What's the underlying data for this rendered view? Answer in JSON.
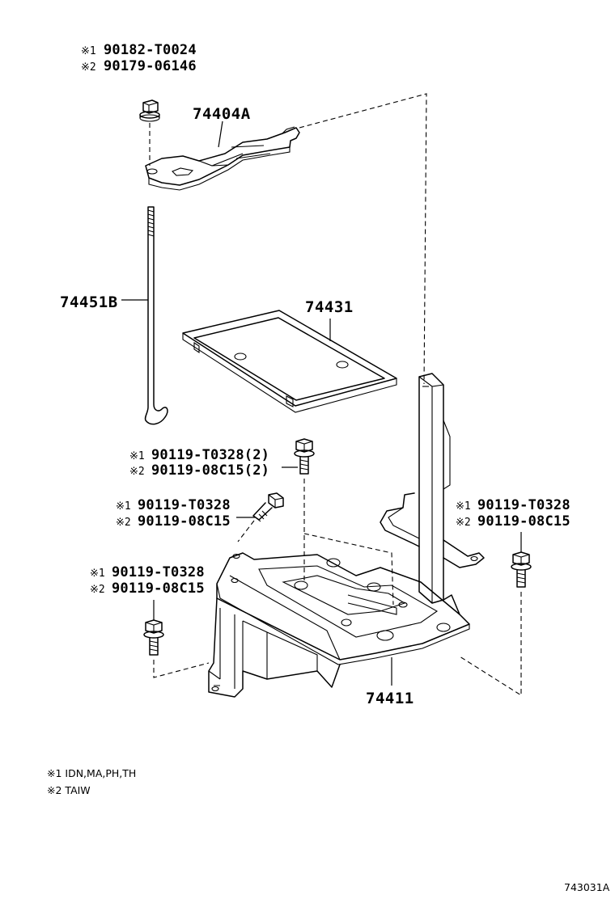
{
  "labels": {
    "nut_top_1": {
      "mark": "※1",
      "num": "90182-T0024"
    },
    "nut_top_2": {
      "mark": "※2",
      "num": "90179-06146"
    },
    "clamp": "74404A",
    "rod": "74451B",
    "tray": "74431",
    "bolt_center_1": {
      "mark": "※1",
      "num": "90119-T0328(2)"
    },
    "bolt_center_2": {
      "mark": "※2",
      "num": "90119-08C15(2)"
    },
    "bolt_mid_1": {
      "mark": "※1",
      "num": "90119-T0328"
    },
    "bolt_mid_2": {
      "mark": "※2",
      "num": "90119-08C15"
    },
    "bolt_left_1": {
      "mark": "※1",
      "num": "90119-T0328"
    },
    "bolt_left_2": {
      "mark": "※2",
      "num": "90119-08C15"
    },
    "bolt_right_1": {
      "mark": "※1",
      "num": "90119-T0328"
    },
    "bolt_right_2": {
      "mark": "※2",
      "num": "90119-08C15"
    },
    "carrier": "74411"
  },
  "notes": [
    "※1 IDN,MA,PH,TH",
    "※2 TAIW"
  ],
  "figure_id": "743031A"
}
